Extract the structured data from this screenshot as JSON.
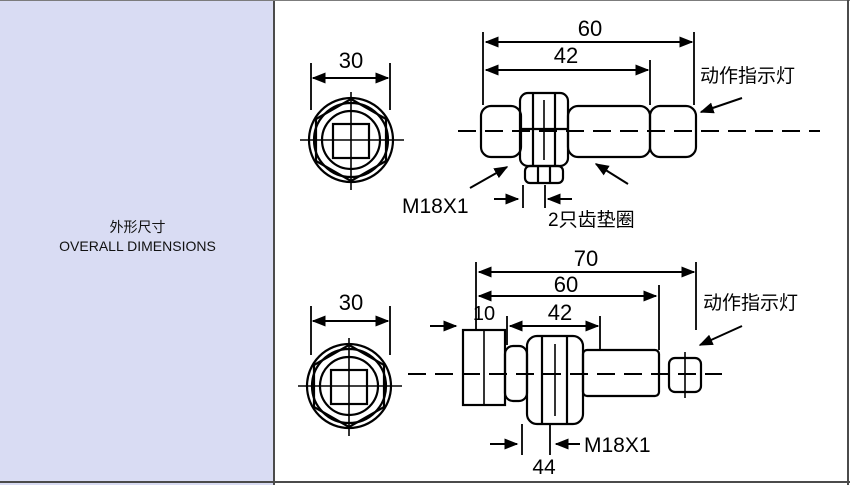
{
  "label": {
    "chinese": "外形尺寸",
    "english": "OVERALL DIMENSIONS"
  },
  "top_view": {
    "end_view_width": "30",
    "overall_length": "60",
    "thread_length": "42",
    "indicator_label": "动作指示灯",
    "thread_label": "M18X1",
    "washer_label": "2只齿垫圈"
  },
  "bottom_view": {
    "end_view_width": "30",
    "overall_length": "70",
    "body_length": "60",
    "head_length": "10",
    "thread_length": "42",
    "indicator_label": "动作指示灯",
    "thread_label": "M18X1",
    "nut_width": "44"
  },
  "colors": {
    "label_background": "#d9dcf3",
    "line": "#000000",
    "border": "#4b4b4b"
  }
}
